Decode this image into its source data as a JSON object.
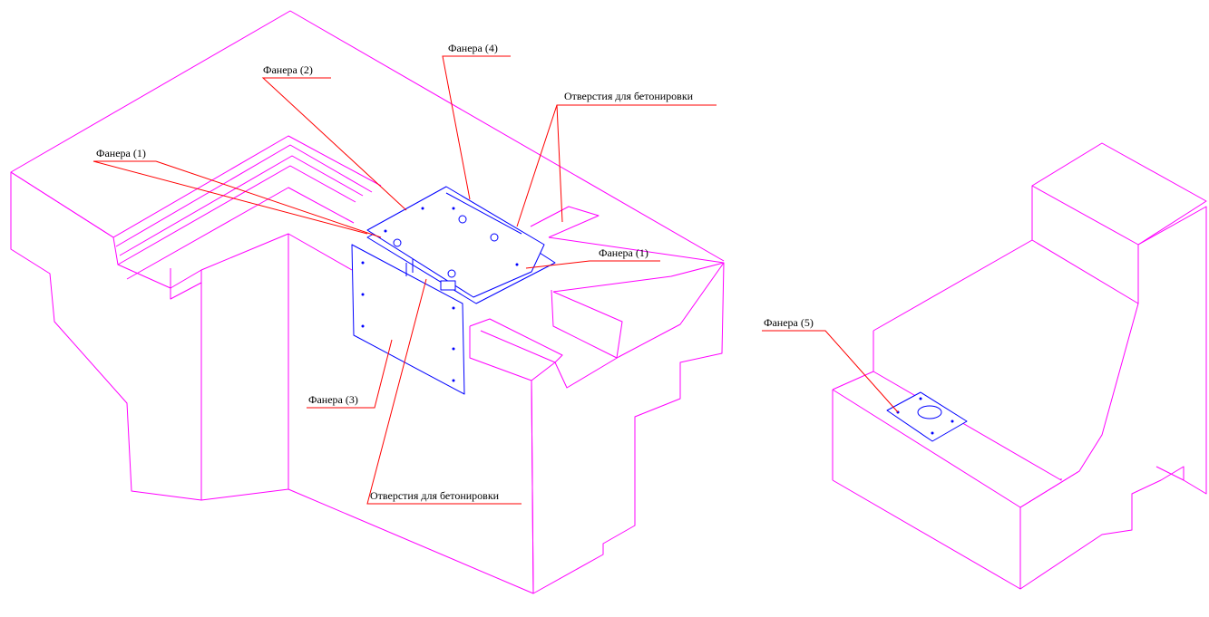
{
  "labels": {
    "plywood_1_left": "Фанера (1)",
    "plywood_2": "Фанера (2)",
    "plywood_3": "Фанера (3)",
    "plywood_4": "Фанера (4)",
    "plywood_1_right": "Фанера (1)",
    "plywood_5": "Фанера (5)",
    "concrete_holes_top": "Отверстия для бетонировки",
    "concrete_holes_bottom": "Отверстия для бетонировки"
  },
  "colors": {
    "outline": "#ff00ff",
    "plywood": "#0000ff",
    "leader": "#ff0000",
    "text": "#000000"
  }
}
